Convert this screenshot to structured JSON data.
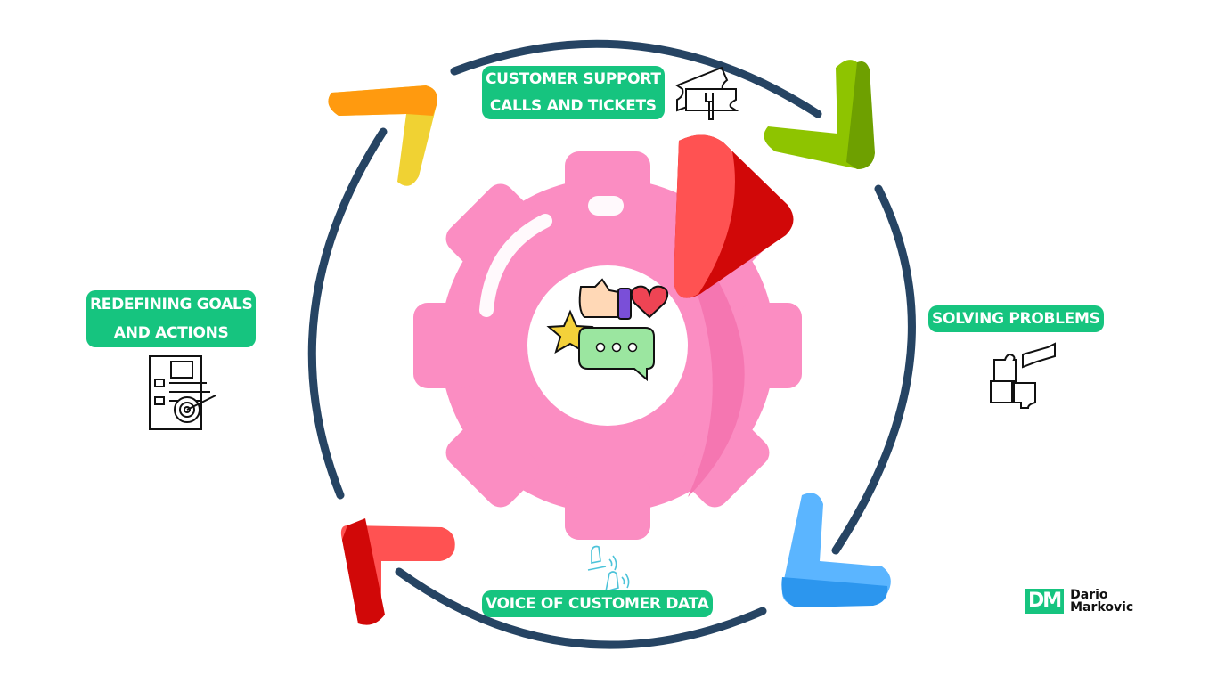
{
  "stages": {
    "top": {
      "line1": "CUSTOMER SUPPORT",
      "line2": "CALLS AND TICKETS",
      "icon": "ticket-wrench-icon"
    },
    "right": {
      "line1": "SOLVING PROBLEMS",
      "icon": "puzzle-pieces-icon"
    },
    "bottom": {
      "line1": "VOICE OF CUSTOMER DATA",
      "icon": "people-talking-icon"
    },
    "left": {
      "line1": "REDEFINING GOALS",
      "line2": "AND ACTIONS",
      "icon": "checklist-target-icon"
    }
  },
  "center": {
    "icon": "gear-icon",
    "inner_icons": [
      "thumbs-up-icon",
      "heart-icon",
      "star-icon",
      "chat-bubble-icon"
    ],
    "play_icon": "play-icon"
  },
  "brand": {
    "mark": "DM",
    "first_name": "Dario",
    "last_name": "Markovic"
  },
  "colors": {
    "label_bg": "#16c47f",
    "ring": "#264463",
    "gear": "#fb8dc2",
    "arrow_orange": "#ff9a0f",
    "arrow_green": "#8ec400",
    "arrow_blue": "#5bb5ff",
    "arrow_red": "#ff5252"
  }
}
